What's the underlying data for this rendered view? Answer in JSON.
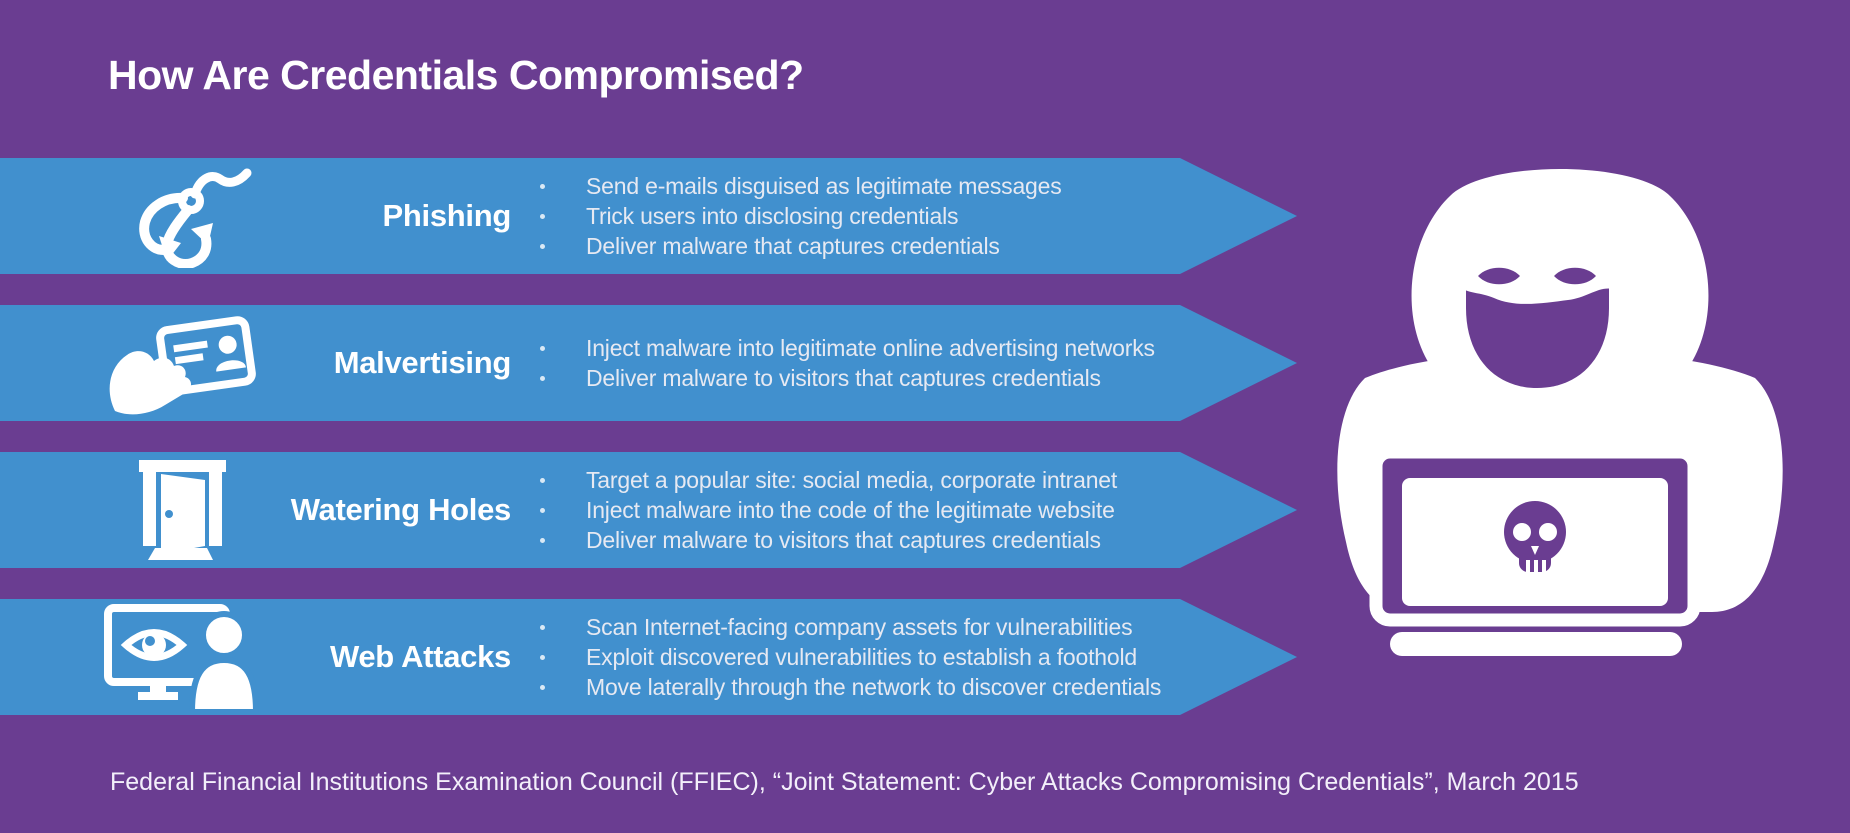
{
  "title": "How Are Credentials Compromised?",
  "colors": {
    "background_purple": "#6a3d91",
    "banner_blue": "#4190ce",
    "heading_text": "#ffffff",
    "bullet_text": "#e6e9f2"
  },
  "rows": [
    {
      "icon": "fish-hook-icon",
      "label": "Phishing",
      "bullets": [
        "Send e-mails disguised as legitimate messages",
        "Trick users into disclosing credentials",
        "Deliver malware that captures credentials"
      ]
    },
    {
      "icon": "hand-id-card-icon",
      "label": "Malvertising",
      "bullets": [
        "Inject malware into legitimate online advertising networks",
        "Deliver malware to visitors that captures credentials"
      ]
    },
    {
      "icon": "open-door-icon",
      "label": "Watering Holes",
      "bullets": [
        "Target a popular site: social media, corporate intranet",
        "Inject malware into the code of the legitimate website",
        "Deliver malware to visitors that captures credentials"
      ]
    },
    {
      "icon": "monitor-eye-person-icon",
      "label": "Web Attacks",
      "bullets": [
        "Scan Internet-facing company assets for vulnerabilities",
        "Exploit discovered vulnerabilities to establish a foothold",
        "Move laterally through the network to discover credentials"
      ]
    }
  ],
  "illustration": "hooded-hacker-with-laptop-and-skull",
  "footer": "Federal Financial Institutions Examination Council (FFIEC), “Joint Statement: Cyber Attacks Compromising Credentials”, March 2015"
}
